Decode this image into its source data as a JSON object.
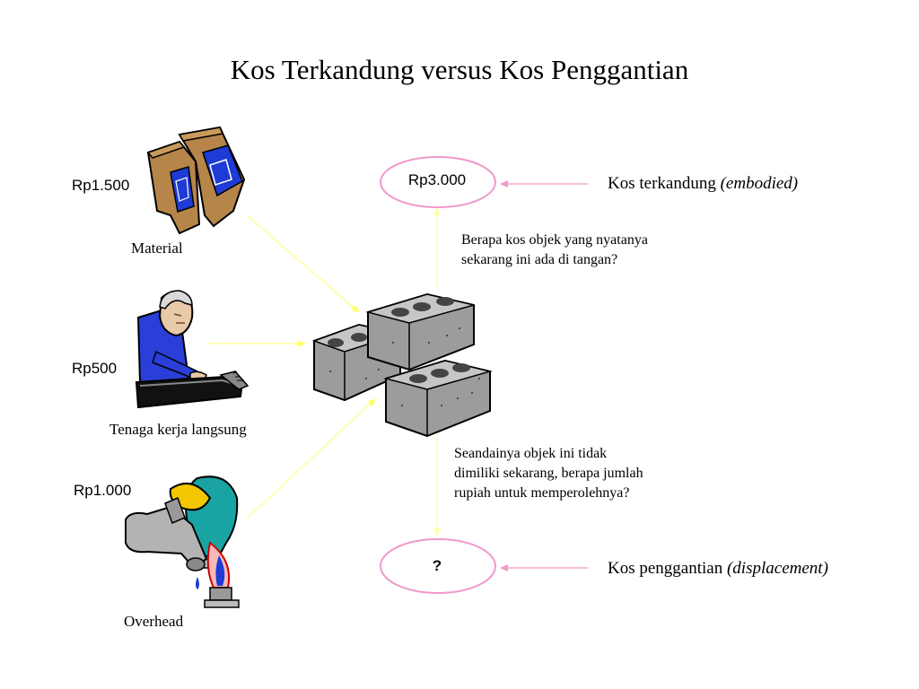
{
  "title": "Kos Terkandung versus Kos Penggantian",
  "inputs": [
    {
      "price": "Rp1.500",
      "label": "Material",
      "icon": "cement-bags-icon"
    },
    {
      "price": "Rp500",
      "label": "Tenaga kerja langsung",
      "icon": "worker-at-machine-icon"
    },
    {
      "price": "Rp1.000",
      "label": "Overhead",
      "icon": "utilities-tap-gas-bulb-icon"
    }
  ],
  "center_object": {
    "icon": "concrete-blocks-icon"
  },
  "embodied": {
    "oval_value": "Rp3.000",
    "label_main": "Kos terkandung",
    "label_term": "(embodied)",
    "question": [
      "Berapa kos objek yang nyatanya",
      "sekarang ini ada di tangan?"
    ]
  },
  "displacement": {
    "oval_value": "?",
    "label_main": "Kos penggantian",
    "label_term": "(displacement)",
    "question": [
      "Seandainya objek ini tidak",
      "dimiliki sekarang, berapa jumlah",
      "rupiah untuk memperolehnya?"
    ]
  },
  "colors": {
    "input_arrow": "#ffff99",
    "vertical_arrow": "#ffffcc",
    "label_arrow": "#f5a9cf",
    "oval_stroke": "#ef9acb",
    "bag": "#b5854a",
    "bag_emblem": "#1f3bd6",
    "worker_shirt": "#2a3fd8",
    "block_gray": "#9c9c9c"
  }
}
